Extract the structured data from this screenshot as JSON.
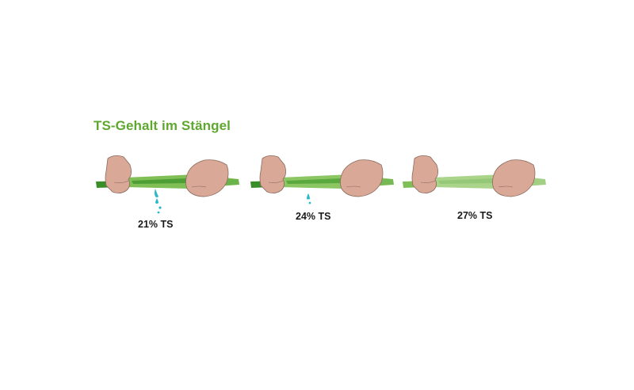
{
  "title": "TS-Gehalt im Stängel",
  "colors": {
    "title": "#5fa830",
    "hand": "#d9a896",
    "hand_outline": "#8a6a5c",
    "stem_dark": "#3a8e2a",
    "stem_mid": "#7fbf55",
    "stem_light": "#a9d48a",
    "water": "#2bb8c9"
  },
  "panels": [
    {
      "label": "21% TS",
      "water_drops": 4,
      "moisture": "high"
    },
    {
      "label": "24% TS",
      "water_drops": 2,
      "moisture": "medium"
    },
    {
      "label": "27% TS",
      "water_drops": 0,
      "moisture": "low"
    }
  ]
}
